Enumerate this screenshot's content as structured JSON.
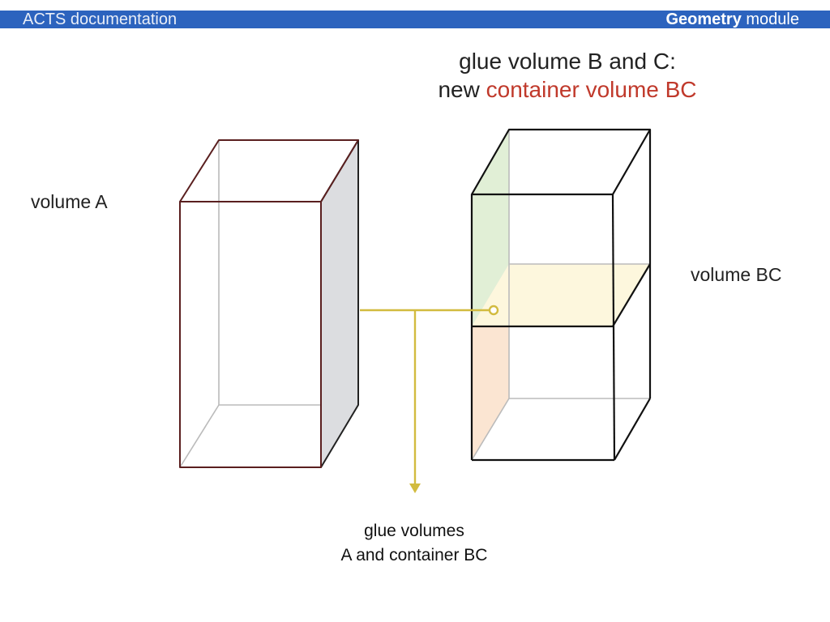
{
  "header": {
    "left": "ACTS documentation",
    "right_bold": "Geometry",
    "right_rest": " module",
    "bar_color": "#2c63be"
  },
  "title": {
    "line1": "glue volume B and C:",
    "line2_prefix": "new ",
    "line2_highlight": "container volume BC",
    "highlight_color": "#c0392b"
  },
  "labels": {
    "volume_a": "volume A",
    "volume_bc": "volume BC"
  },
  "caption": {
    "line1": "glue volumes",
    "line2": "A and container BC"
  },
  "colors": {
    "volume_a_edges": "#5a1f1f",
    "volume_a_side_face": "#dcdde0",
    "glue_arrow": "#d2bb3f",
    "face_green": "#e1efd6",
    "face_yellow": "#fdf7dd",
    "face_orange": "#fbe5d2"
  }
}
